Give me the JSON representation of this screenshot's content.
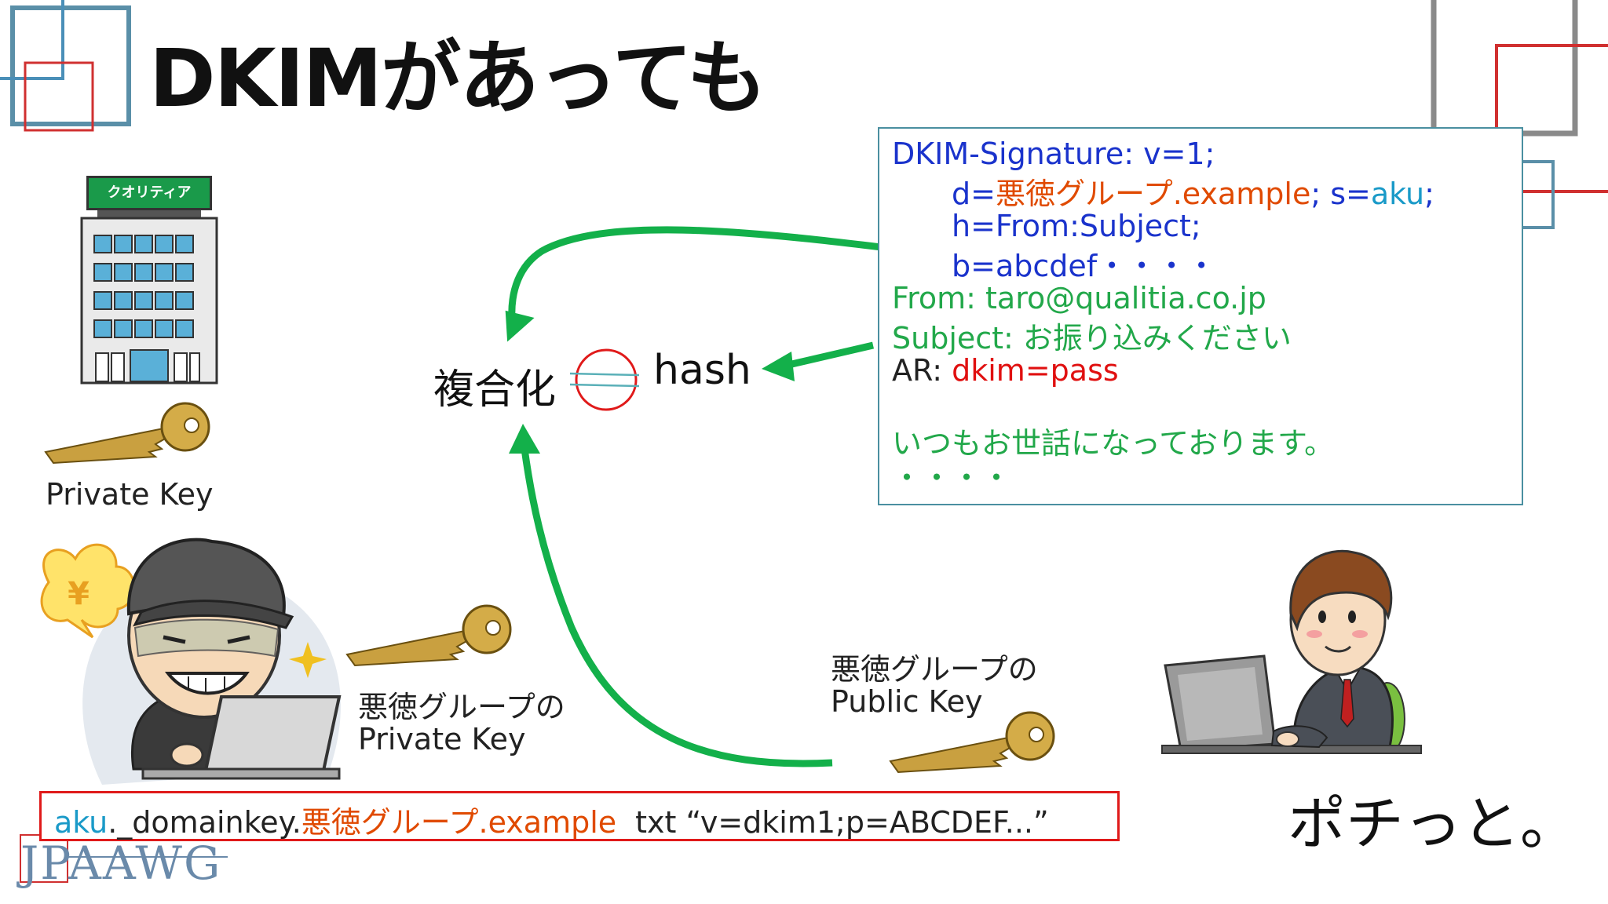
{
  "slide": {
    "title": "DKIMがあっても"
  },
  "building": {
    "sign": "クオリティア",
    "key_label": "Private Key"
  },
  "attacker": {
    "speech_icon": "yen-icon",
    "key_label_line1": "悪徳グループの",
    "key_label_line2": "Private Key"
  },
  "center": {
    "decrypt_label": "複合化",
    "hash_label": "hash"
  },
  "public_key": {
    "label_line1": "悪徳グループの",
    "label_line2": "Public Key"
  },
  "signature": {
    "line1": "DKIM-Signature: v=1;",
    "line2_prefix": "d=",
    "line2_domain": "悪徳グループ.example",
    "line2_sep": "; s=",
    "line2_selector": "aku",
    "line2_end": ";",
    "line3": "h=From:Subject;",
    "line4": "b=abcdef・・・・",
    "from_line": "From: taro@qualitia.co.jp",
    "subject_line": "Subject: お振り込みください",
    "ar_prefix": "AR: ",
    "ar_value": "dkim=pass",
    "body_line": "いつもお世話になっております。",
    "dots": "・・・・",
    "mail_icon": "envelope-at-icon"
  },
  "dns_record": {
    "selector": "aku",
    "domainkey": "._domainkey.",
    "domain": "悪徳グループ.example",
    "record": "txt “v=dkim1;p=ABCDEF...”"
  },
  "victim": {
    "caption": "ポチっと。"
  },
  "footer": {
    "logo": "JPAAWG"
  },
  "colors": {
    "arrow_green": "#13b04a",
    "signature_blue": "#1a33cc",
    "domain_orange": "#e04a00",
    "selector_cyan": "#1a9ac8",
    "header_green": "#22a84a",
    "alert_red": "#e01010"
  }
}
